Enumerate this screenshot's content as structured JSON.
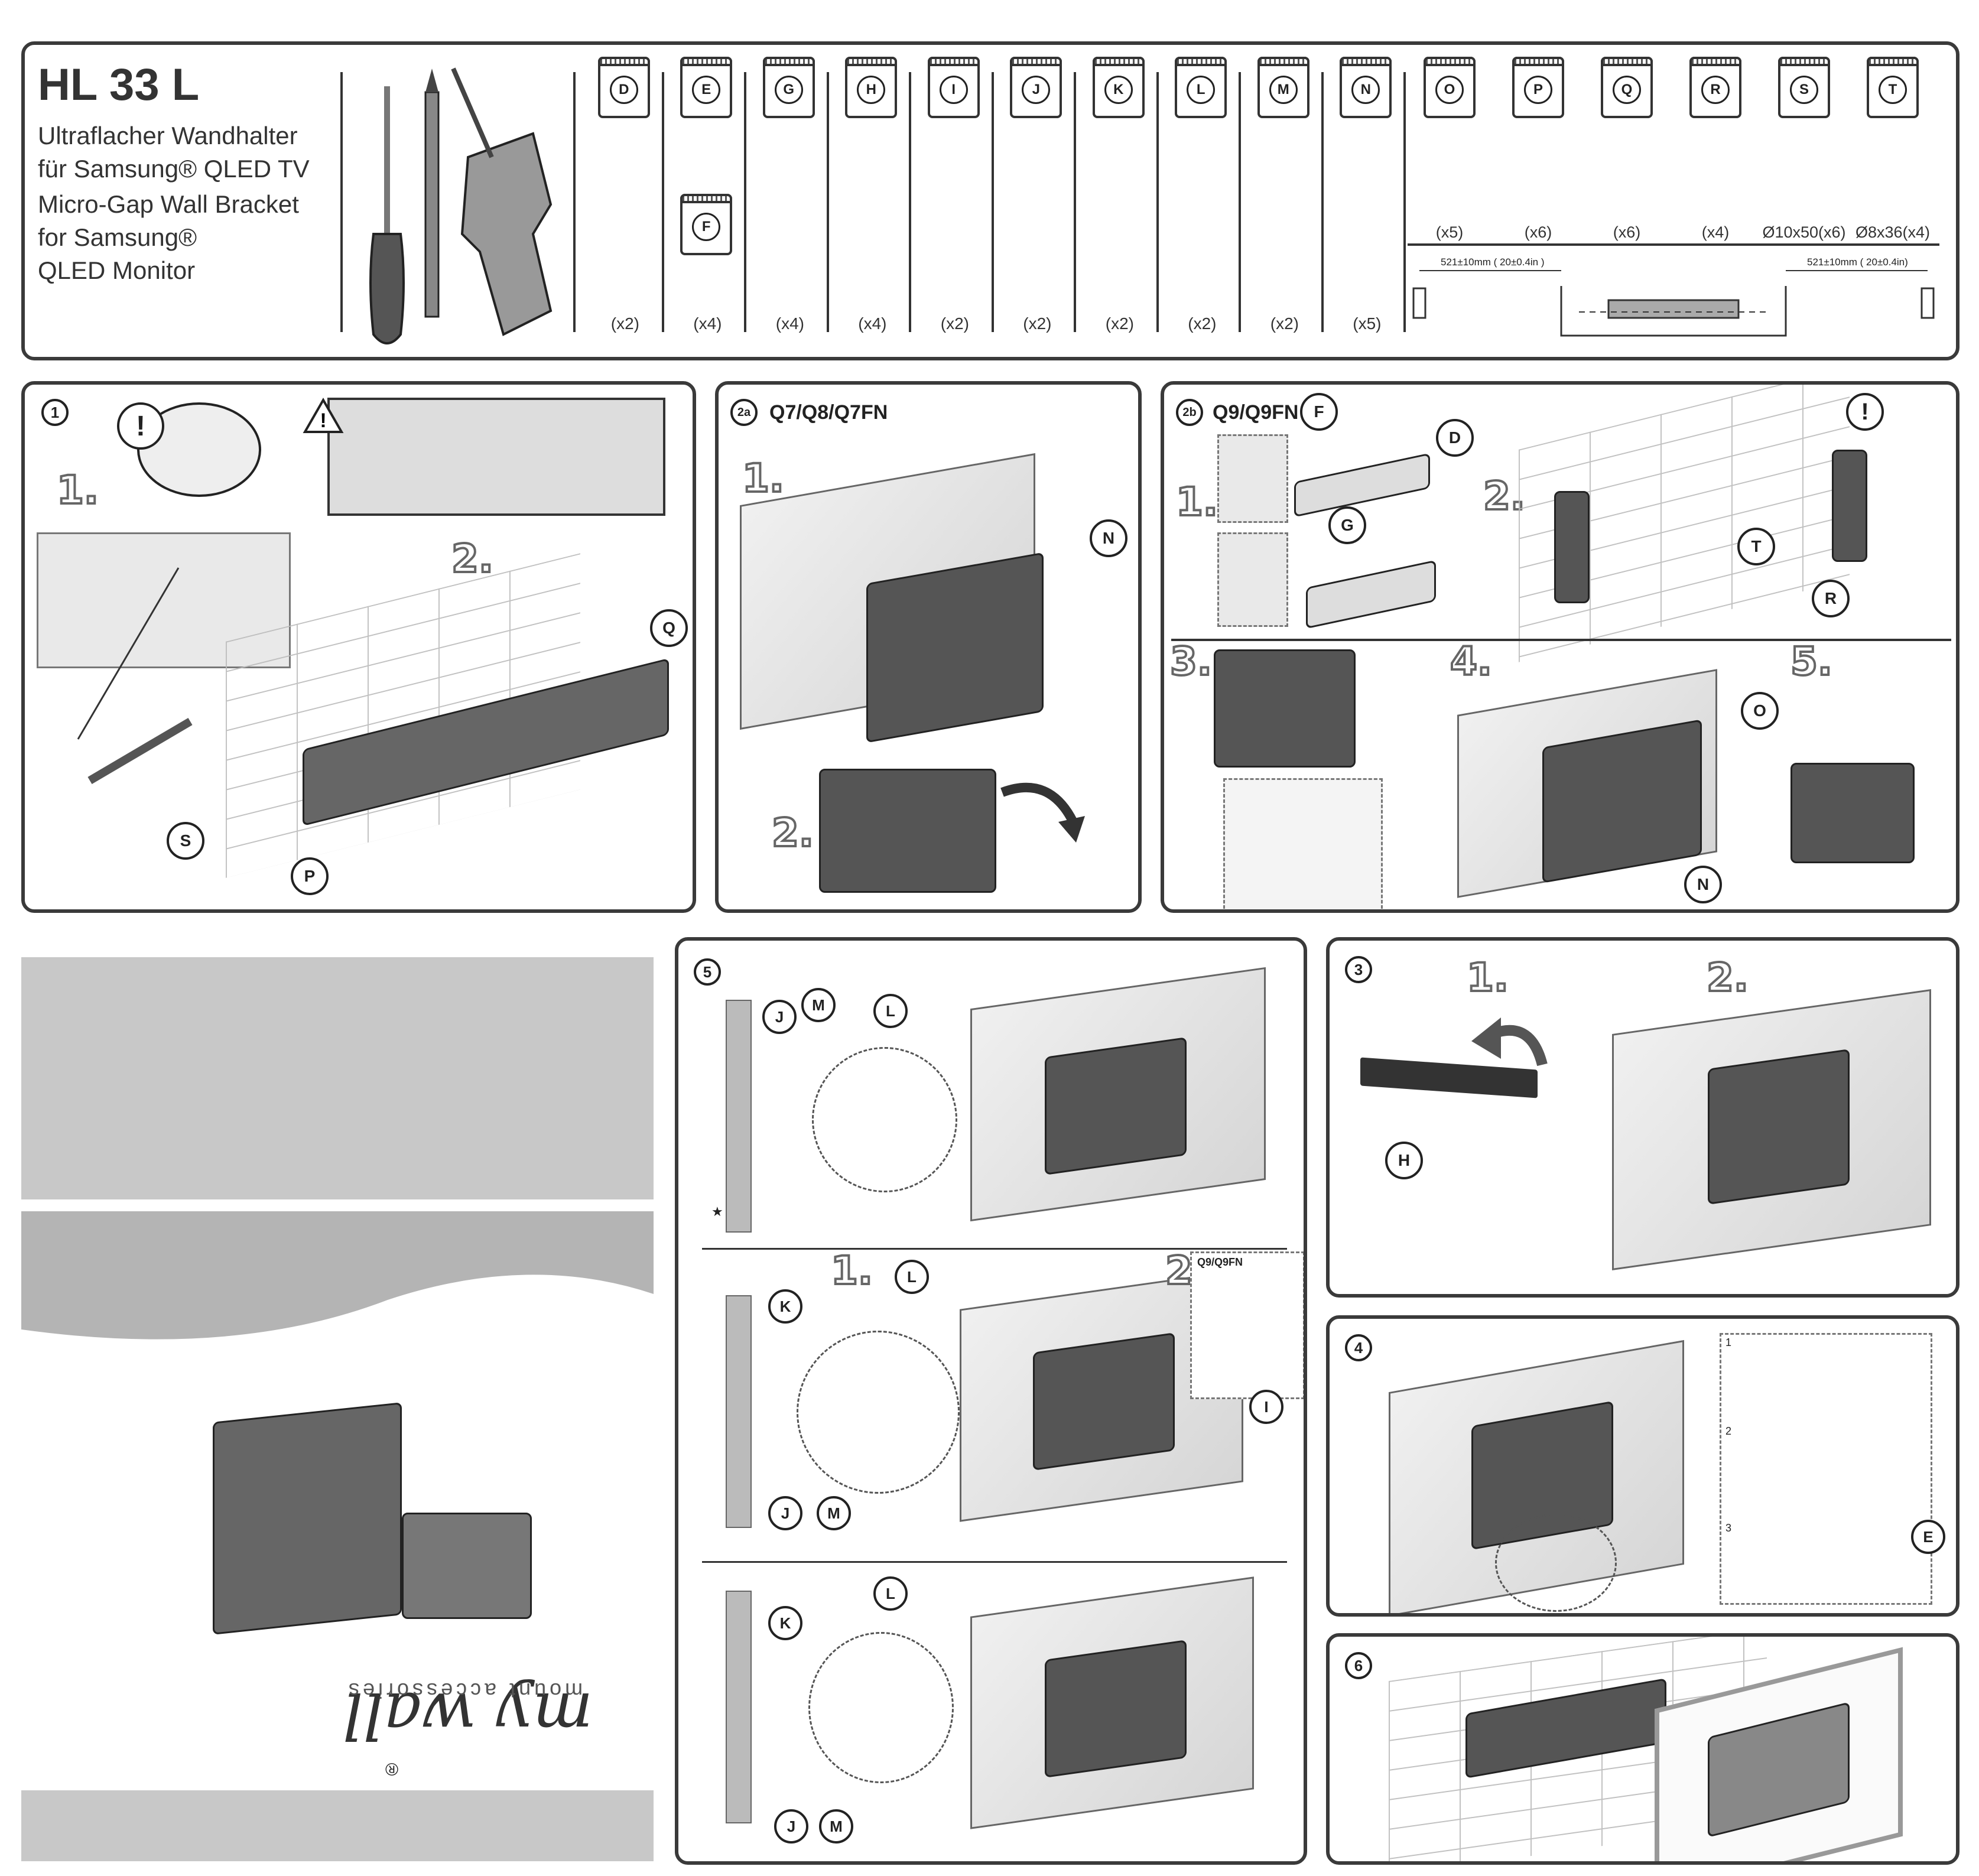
{
  "header": {
    "model": "HL 33 L",
    "desc_de_1": "Ultraflacher Wandhalter",
    "desc_de_2": "für Samsung® QLED TV",
    "desc_en_1": "Micro-Gap Wall Bracket",
    "desc_en_2": "for Samsung®",
    "desc_en_3": "QLED Monitor"
  },
  "parts": [
    {
      "letter": "D",
      "qty": "(x2)"
    },
    {
      "letter": "E",
      "qty": "(x4)"
    },
    {
      "letter": "G",
      "qty": "(x4)"
    },
    {
      "letter": "H",
      "qty": "(x4)"
    },
    {
      "letter": "I",
      "qty": "(x2)"
    },
    {
      "letter": "J",
      "qty": "(x2)"
    },
    {
      "letter": "K",
      "qty": "(x2)"
    },
    {
      "letter": "L",
      "qty": "(x2)"
    },
    {
      "letter": "M",
      "qty": "(x2)"
    },
    {
      "letter": "N",
      "qty": "(x5)"
    }
  ],
  "part_f": "F",
  "parts_right": [
    {
      "letter": "O",
      "qty": "(x5)"
    },
    {
      "letter": "P",
      "qty": "(x6)"
    },
    {
      "letter": "Q",
      "qty": "(x6)"
    },
    {
      "letter": "R",
      "qty": "(x4)"
    },
    {
      "letter": "S",
      "qty": "Ø10x50(x6)"
    },
    {
      "letter": "T",
      "qty": "Ø8x36(x4)"
    }
  ],
  "dims": {
    "left": "521±10mm ( 20±0.4in )",
    "right": "521±10mm ( 20±0.4in)"
  },
  "step1": {
    "num": "1",
    "s1": "1.",
    "s2": "2.",
    "q": "Q",
    "s": "S",
    "p": "P",
    "warn": "!"
  },
  "step2a": {
    "num": "2a",
    "title": "Q7/Q8/Q7FN",
    "s1": "1.",
    "s2": "2.",
    "n": "N"
  },
  "step2b": {
    "num": "2b",
    "title": "Q9/Q9FN",
    "f": "F",
    "d": "D",
    "g": "G",
    "t": "T",
    "r": "R",
    "o": "O",
    "n": "N",
    "s1": "1.",
    "s2": "2.",
    "s3": "3.",
    "s4": "4.",
    "s5": "5.",
    "warn": "!"
  },
  "step5": {
    "num": "5",
    "j": "J",
    "m": "M",
    "l": "L",
    "k": "K",
    "i": "I",
    "s1": "1.",
    "s2": "2.",
    "q9": "Q9/Q9FN",
    "star": "★"
  },
  "step3": {
    "num": "3",
    "s1": "1.",
    "s2": "2.",
    "h": "H"
  },
  "step4": {
    "num": "4",
    "e": "E",
    "n1": "1",
    "n2": "2",
    "n3": "3"
  },
  "step6": {
    "num": "6"
  },
  "brand": {
    "name": "my wall",
    "reg": "®",
    "tagline": "mount accessories"
  }
}
